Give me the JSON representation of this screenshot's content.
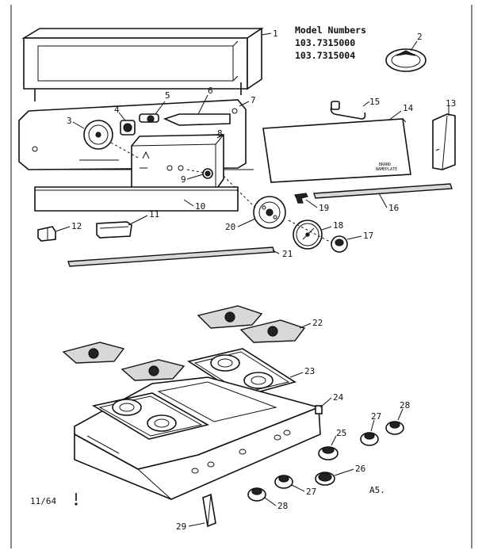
{
  "header": {
    "title": "Model Numbers",
    "models": [
      "103.7315000",
      "103.7315004"
    ]
  },
  "footer": {
    "date": "11/64",
    "code": "A5."
  },
  "callouts": [
    "1",
    "2",
    "3",
    "4",
    "5",
    "6",
    "7",
    "8",
    "9",
    "10",
    "11",
    "12",
    "13",
    "14",
    "15",
    "16",
    "17",
    "18",
    "19",
    "20",
    "21",
    "22",
    "23",
    "24",
    "25",
    "26",
    "27",
    "28",
    "29",
    "27",
    "28"
  ],
  "embedded_text": {
    "panel_label_1": "BRAND",
    "panel_label_2": "NAMEPLATE"
  }
}
